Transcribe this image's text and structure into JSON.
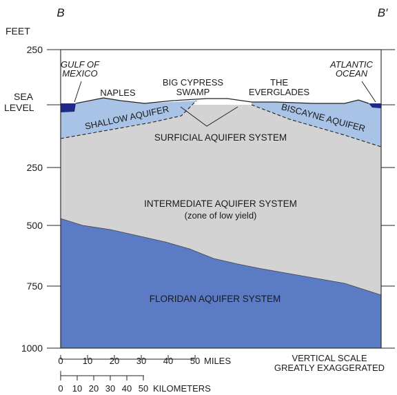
{
  "section": {
    "left_label": "B",
    "right_label": "B′"
  },
  "axis": {
    "unit_label": "FEET",
    "ticks": [
      "250",
      "250",
      "500",
      "750",
      "1000"
    ],
    "sea_level": [
      "SEA",
      "LEVEL"
    ]
  },
  "places": {
    "gulf": [
      "GULF OF",
      "MEXICO"
    ],
    "naples": "NAPLES",
    "big_cypress": [
      "BIG CYPRESS",
      "SWAMP"
    ],
    "everglades": [
      "THE",
      "EVERGLADES"
    ],
    "atlantic": [
      "ATLANTIC",
      "OCEAN"
    ]
  },
  "units": {
    "shallow": "SHALLOW AQUIFER",
    "biscayne": "BISCAYNE AQUIFER",
    "surficial": "SURFICIAL AQUIFER SYSTEM",
    "intermediate": "INTERMEDIATE AQUIFER SYSTEM",
    "intermediate_sub": "(zone of low yield)",
    "floridan": "FLORIDAN AQUIFER SYSTEM"
  },
  "scale": {
    "miles_ticks": [
      "0",
      "10",
      "20",
      "30",
      "40",
      "50"
    ],
    "miles_label": "MILES",
    "km_ticks": [
      "0",
      "10",
      "20",
      "30",
      "40",
      "50"
    ],
    "km_label": "KILOMETERS",
    "note": [
      "VERTICAL SCALE",
      "GREATLY EXAGGERATED"
    ]
  },
  "colors": {
    "surficial_light_blue": "#a9c3e6",
    "intermediate_gray": "#d3d3d3",
    "floridan_blue": "#5b7bc4",
    "ocean_dark_blue": "#1e2a86"
  }
}
